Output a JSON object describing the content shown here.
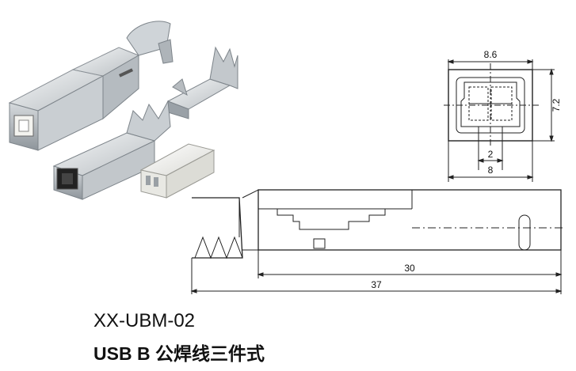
{
  "caption": {
    "model": "XX-UBM-02",
    "description": "USB B 公焊线三件式"
  },
  "front_view": {
    "width_dim": "8.6",
    "height_dim": "7.2",
    "slot_dim": "2",
    "inner_dim": "8"
  },
  "side_view": {
    "inner_length_dim": "30",
    "overall_length_dim": "37"
  },
  "colors": {
    "line": "#222222",
    "metal_light": "#e6e9ec",
    "metal_dark": "#8d949a",
    "plastic": "#f2f2ee"
  }
}
